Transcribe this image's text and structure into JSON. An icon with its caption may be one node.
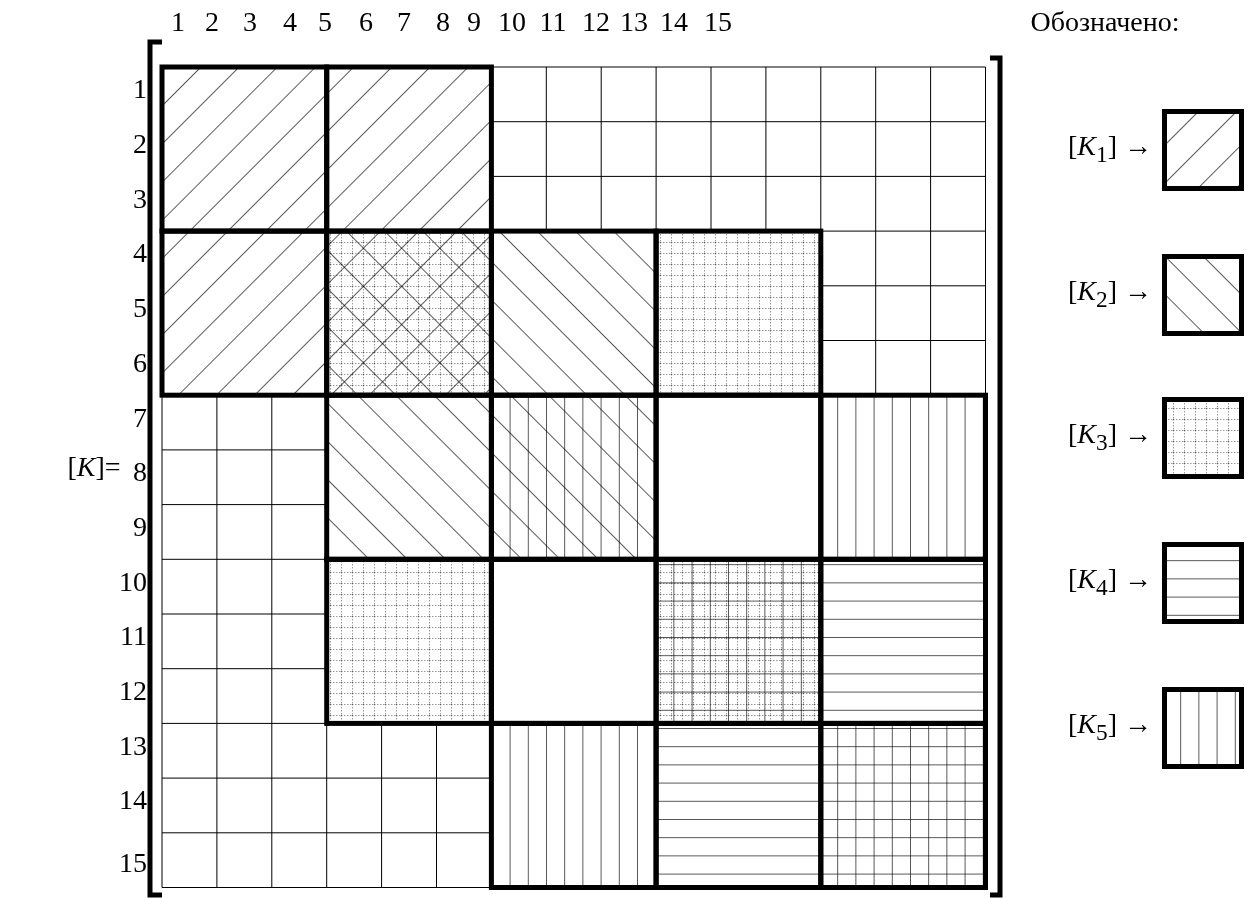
{
  "diagram": {
    "labels": [
      "1",
      "2",
      "3",
      "4",
      "5",
      "6",
      "7",
      "8",
      "9",
      "10",
      "11",
      "12",
      "13",
      "14",
      "15",
      "Обозначено:",
      "1",
      "2",
      "3",
      "4",
      "5",
      "6",
      "7",
      "[*K*]=",
      "8",
      "9",
      "10",
      "11",
      "12",
      "13",
      "14",
      "15"
    ],
    "legend": [
      {
        "text": "[*K*$_{1}$] →"
      },
      {
        "text": "[*K*$_{2}$] →"
      },
      {
        "text": "[*K*$_{3}$] →"
      },
      {
        "text": "[*K*$_{4}$] →"
      },
      {
        "text": "[*K*$_{5}$] →"
      }
    ]
  }
}
